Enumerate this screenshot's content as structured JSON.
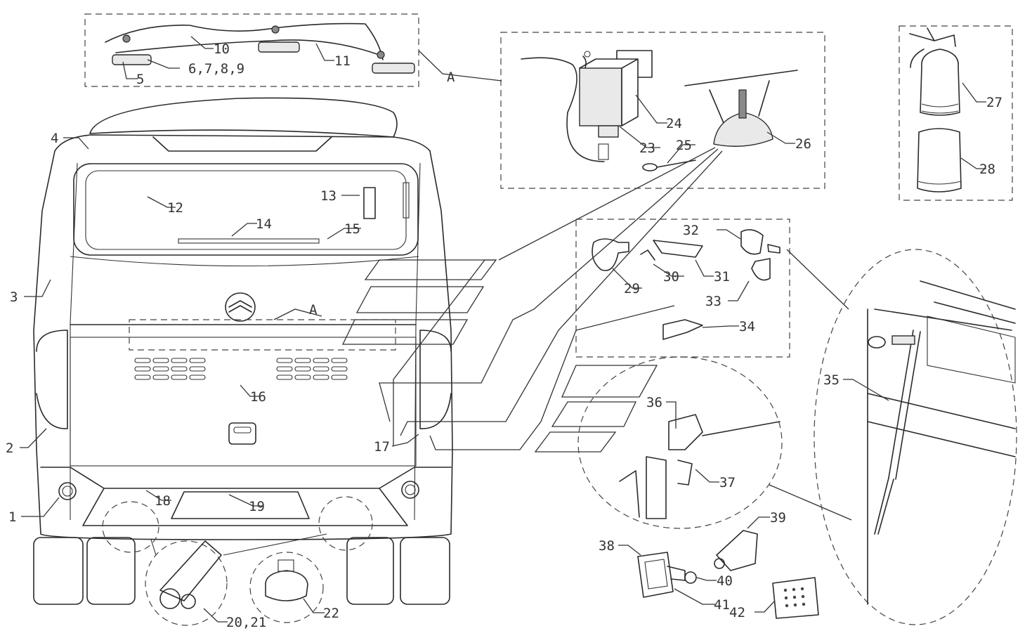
{
  "diagram": {
    "labels": {
      "l1": "1",
      "l2": "2",
      "l3": "3",
      "l4": "4",
      "l5": "5",
      "l6": "6,7,8,9",
      "l10": "10",
      "l11": "11",
      "l12": "12",
      "l13": "13",
      "l14": "14",
      "l15": "15",
      "l16": "16",
      "l17": "17",
      "l18": "18",
      "l19": "19",
      "l20": "20,21",
      "l22": "22",
      "l23": "23",
      "l24": "24",
      "l25": "25",
      "l26": "26",
      "l27": "27",
      "l28": "28",
      "l29": "29",
      "l30": "30",
      "l31": "31",
      "l32": "32",
      "l33": "33",
      "l34": "34",
      "l35": "35",
      "l36": "36",
      "l37": "37",
      "l38": "38",
      "l39": "39",
      "l40": "40",
      "l41": "41",
      "l42": "42",
      "detailA1": "A",
      "detailA2": "A"
    }
  }
}
